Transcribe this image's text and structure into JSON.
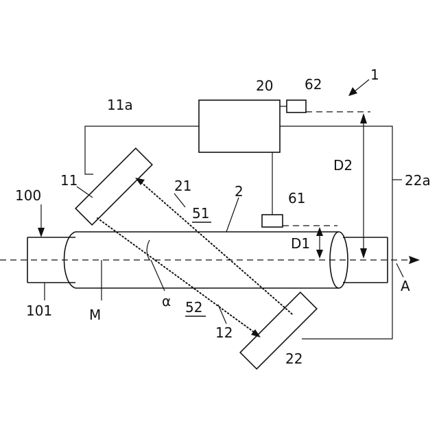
{
  "labels": {
    "ref_1": "1",
    "ref_2": "2",
    "ref_11": "11",
    "ref_11a": "11a",
    "ref_12": "12",
    "ref_20": "20",
    "ref_21": "21",
    "ref_22": "22",
    "ref_22a": "22a",
    "ref_51": "51",
    "ref_52": "52",
    "ref_61": "61",
    "ref_62": "62",
    "ref_100": "100",
    "ref_101": "101",
    "ref_M": "M",
    "ref_A": "A",
    "ref_alpha": "α",
    "ref_D1": "D1",
    "ref_D2": "D2"
  }
}
